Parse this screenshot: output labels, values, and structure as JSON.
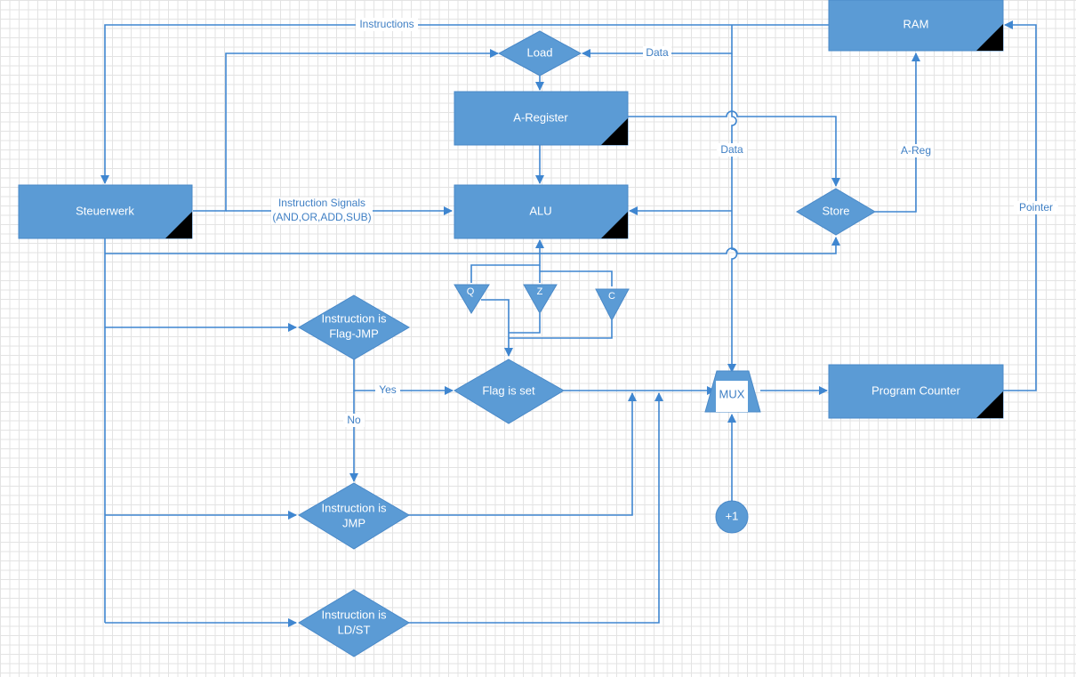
{
  "colors": {
    "node_fill": "#5b9bd5",
    "edge": "#3f86d0",
    "label": "#3f7fc4",
    "corner": "#000000"
  },
  "nodes": {
    "ram": "RAM",
    "load": "Load",
    "a_register": "A-Register",
    "steuerwerk": "Steuerwerk",
    "alu": "ALU",
    "store": "Store",
    "flag_q": "Q",
    "flag_z": "Z",
    "flag_c": "C",
    "flag_jmp": [
      "Instruction is",
      "Flag-JMP"
    ],
    "flag_is_set": "Flag is set",
    "mux": "MUX",
    "program_counter": "Program Counter",
    "jmp": [
      "Instruction is",
      "JMP"
    ],
    "ldst": [
      "Instruction is",
      "LD/ST"
    ],
    "plus_one": "+1"
  },
  "edges": {
    "instructions": "Instructions",
    "data_top": "Data",
    "data_mid": "Data",
    "a_reg": "A-Reg",
    "pointer": "Pointer",
    "instruction_signals": [
      "Instruction Signals",
      "(AND,OR,ADD,SUB)"
    ],
    "yes": "Yes",
    "no": "No"
  }
}
